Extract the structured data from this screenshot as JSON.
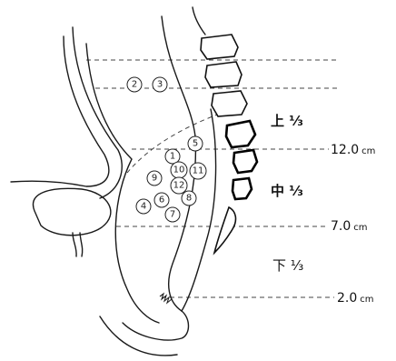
{
  "lymph_nodes": [
    "1",
    "2",
    "3",
    "4",
    "5",
    "6",
    "7",
    "8",
    "9",
    "10",
    "11",
    "12"
  ],
  "segments": {
    "upper": "上 ⅓",
    "middle": "中 ⅓",
    "lower": "下 ⅓"
  },
  "measurements": [
    {
      "value": "12.0",
      "unit": "cm"
    },
    {
      "value": "7.0",
      "unit": "cm"
    },
    {
      "value": "2.0",
      "unit": "cm"
    }
  ]
}
